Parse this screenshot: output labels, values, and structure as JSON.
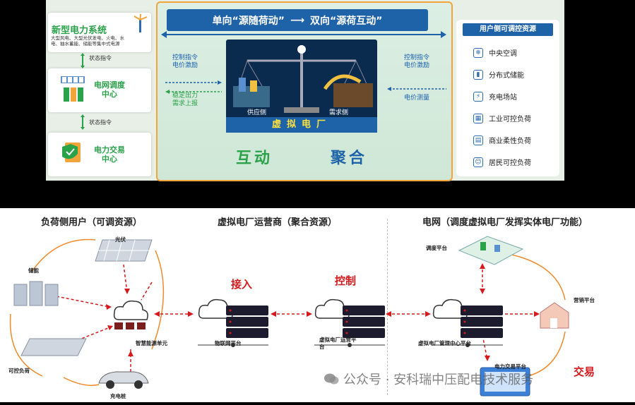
{
  "top": {
    "left": {
      "system_title": "新型电力系统",
      "system_desc_1": "大型风电、大型光伏发电、火电、水",
      "system_desc_2": "电、抽水蓄能、储能等集中式电源",
      "status_cmd_1": "状态指令",
      "dispatch_center": "电网调度\n中心",
      "status_cmd_2": "状态指令",
      "trade_center": "电力交易\n中心"
    },
    "banner": {
      "part1": "单向“源随荷动”",
      "part2": "双向“源荷互动”"
    },
    "left_arrows": {
      "control_price": "控制指令\n电价激励",
      "stable_output": "稳定出力\n需求上报"
    },
    "right_arrows": {
      "control_price": "控制指令\n电价激励",
      "price_measure": "电价测量"
    },
    "scale": {
      "supply_side": "供应侧",
      "demand_side": "需求侧",
      "vpp": "虚拟电厂"
    },
    "bottom_words": {
      "interact": "互动",
      "aggregate": "聚合"
    },
    "resources": {
      "title": "用户侧可调控资源",
      "items": [
        {
          "label": "中央空调",
          "icon": "snowflake-icon",
          "glyph": "❄"
        },
        {
          "label": "分布式储能",
          "icon": "battery-icon",
          "glyph": "▮"
        },
        {
          "label": "充电场站",
          "icon": "charger-icon",
          "glyph": "⚡"
        },
        {
          "label": "工业可控负荷",
          "icon": "factory-icon",
          "glyph": "▦"
        },
        {
          "label": "商业柔性负荷",
          "icon": "building-icon",
          "glyph": "▤"
        },
        {
          "label": "居民可控负荷",
          "icon": "people-icon",
          "glyph": "☺"
        }
      ]
    }
  },
  "bottom": {
    "section_titles": {
      "load_side": "负荷侧用户（可调资源）",
      "operator": "虚拟电厂运营商（聚合资源）",
      "grid": "电网（调度虚拟电厂发挥实体电厂功能）"
    },
    "labels": {
      "pv": "光伏",
      "storage": "储能",
      "controllable_load": "可控负荷",
      "charging_pile": "充电桩",
      "smart_energy_unit": "智慧能源单元",
      "iot_platform": "物联网平台",
      "vpp_ops_platform": "虚拟电厂运营平\n台",
      "vpp_mgmt_center": "虚拟电厂管理中心平台",
      "dispatch_platform": "调度平台",
      "marketing_platform": "营销平台",
      "trading_platform": "电力交易平台"
    },
    "red_labels": {
      "access": "接入",
      "control": "控制",
      "trade": "交易"
    },
    "watermark": "公众号 · 安科瑞中压配电技术服务"
  },
  "colors": {
    "blue": "#1e63a8",
    "green": "#2aa24a",
    "red": "#d6191c",
    "orange": "#f0a43a",
    "navy": "#0a2a4e"
  }
}
